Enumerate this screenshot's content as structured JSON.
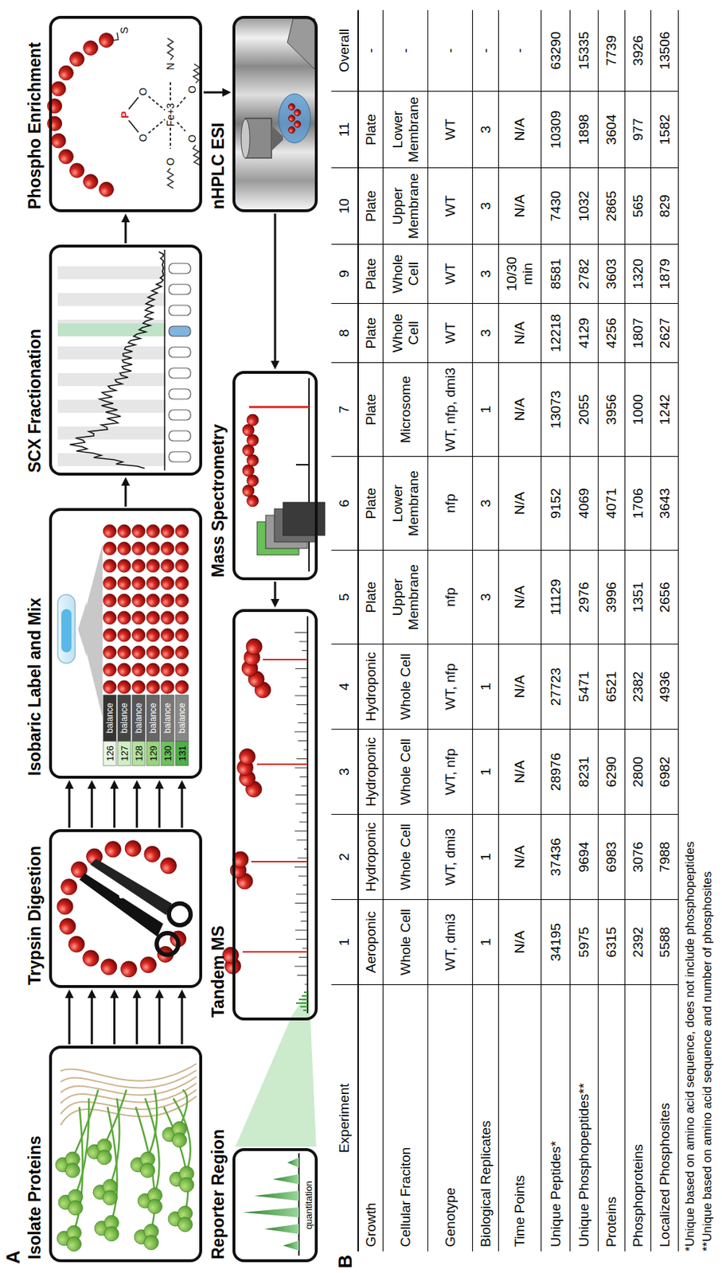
{
  "diagram": {
    "nodes": [
      {
        "text": [
          "Isolate Proteins"
        ]
      },
      {
        "text": [
          "Trypsin Digestion"
        ]
      },
      {
        "text": [
          "Isobaric Label and Mix"
        ]
      },
      {
        "text": [
          "SCX Fractionation"
        ]
      },
      {
        "text": [
          "Phospho Enrichment"
        ]
      },
      {
        "text": [
          "Reporter Region"
        ]
      },
      {
        "text": [
          "Tandem MS"
        ]
      },
      {
        "text": [
          "Mass Spectrometry"
        ]
      },
      {
        "text": [
          "nHPLC ESI"
        ]
      }
    ],
    "edges": [
      {
        "from": 0,
        "to": 1,
        "arrow": "to"
      },
      {
        "from": 0,
        "to": 1,
        "arrow": "to"
      },
      {
        "from": 0,
        "to": 1,
        "arrow": "to"
      },
      {
        "from": 0,
        "to": 1,
        "arrow": "to"
      },
      {
        "from": 0,
        "to": 1,
        "arrow": "to"
      },
      {
        "from": 0,
        "to": 1,
        "arrow": "to"
      },
      {
        "from": 1,
        "to": 2,
        "arrow": "to"
      },
      {
        "from": 1,
        "to": 2,
        "arrow": "to"
      },
      {
        "from": 1,
        "to": 2,
        "arrow": "to"
      },
      {
        "from": 1,
        "to": 2,
        "arrow": "to"
      },
      {
        "from": 1,
        "to": 2,
        "arrow": "to"
      },
      {
        "from": 1,
        "to": 2,
        "arrow": "to"
      },
      {
        "from": 2,
        "to": 3,
        "arrow": "to"
      },
      {
        "from": 3,
        "to": 4,
        "arrow": "to"
      },
      {
        "from": 4,
        "to": 8,
        "arrow": "to"
      },
      {
        "from": 8,
        "to": 7,
        "arrow": "to"
      },
      {
        "from": 7,
        "to": 6,
        "arrow": "to"
      }
    ],
    "labels": [
      "A",
      "P",
      "O",
      "O",
      "O",
      "O",
      "O",
      "N",
      "S",
      "Fe+3",
      "126",
      "balance",
      "127",
      "balance",
      "128",
      "balance",
      "129",
      "balance",
      "130",
      "balance",
      "131",
      "balance",
      "quantitation",
      "B",
      "Experiment",
      "1",
      "2",
      "3",
      "4",
      "5",
      "6",
      "7",
      "8",
      "9",
      "10",
      "11",
      "Overall",
      "Growth",
      "Aeroponic",
      "Hydroponic",
      "Hydroponic",
      "Hydroponic",
      "Plate",
      "Plate",
      "Plate",
      "Plate",
      "Plate",
      "Plate",
      "Plate",
      "-",
      "Cellular Fraciton",
      "Whole Cell",
      "Whole Cell",
      "Whole Cell",
      "Whole Cell",
      "Upper Membrane",
      "Lower Membrane",
      "Microsome",
      "Whole Cell",
      "Whole Cell",
      "Upper Membrane",
      "Lower Membrane",
      "-",
      "Genotype",
      "WT, dmi3",
      "WT, dmi3",
      "WT, nfp",
      "WT, nfp",
      "nfp",
      "nfp",
      "WT, nfp, dmi3",
      "WT",
      "WT",
      "WT",
      "WT",
      "-",
      "Biological Replicates",
      "1",
      "1",
      "1",
      "1",
      "3",
      "3",
      "1",
      "3",
      "3",
      "3",
      "3",
      "-",
      "Time Points",
      "N/A",
      "N/A",
      "N/A",
      "N/A",
      "N/A",
      "N/A",
      "N/A",
      "N/A",
      "10/30 min",
      "N/A",
      "N/A",
      "-",
      "Unique Peptides*",
      "34195",
      "37436",
      "28976",
      "27723",
      "11129",
      "9152",
      "13073",
      "12218",
      "8581",
      "7430",
      "10309",
      "63290",
      "Unique Phosphopeptides**",
      "5975",
      "9694",
      "8231",
      "5471",
      "2976",
      "4069",
      "2055",
      "4129",
      "2782",
      "1032",
      "1898",
      "15335",
      "Proteins",
      "6315",
      "6983",
      "6290",
      "6521",
      "3996",
      "4071",
      "3956",
      "4256",
      "3603",
      "2865",
      "3604",
      "7739",
      "Phosphoproteins",
      "2392",
      "3076",
      "2800",
      "2382",
      "1351",
      "1706",
      "1000",
      "1807",
      "1320",
      "565",
      "977",
      "3926",
      "Localized Phosphosites",
      "5588",
      "7988",
      "6982",
      "4936",
      "2656",
      "3643",
      "1242",
      "2627",
      "1879",
      "829",
      "1582",
      "13506",
      "*Unique based on amino acid sequence, does not include phosphopeptides",
      "**Unique based on amino acid sequence and number of phosphosites"
    ]
  }
}
